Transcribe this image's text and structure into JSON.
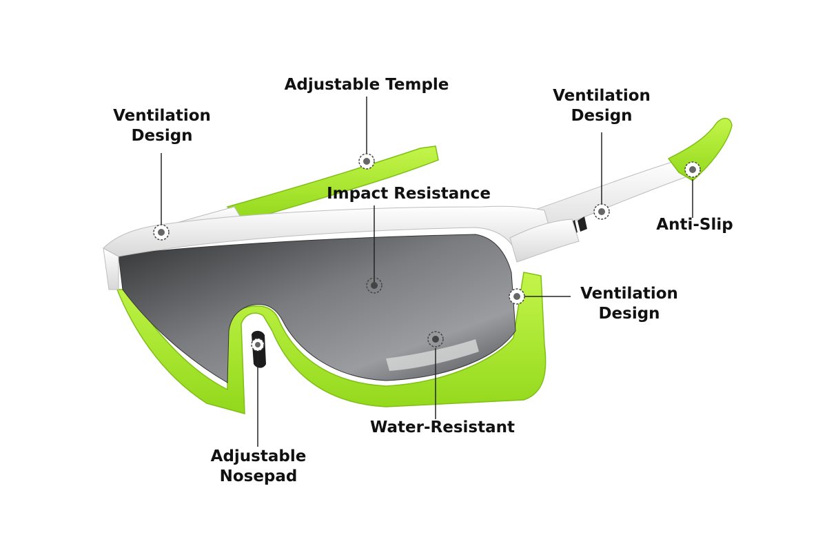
{
  "colors": {
    "accent": "#b2f02e",
    "frame": "#f1f1f1",
    "lens": "#5e6063",
    "text": "#111111"
  },
  "callouts": {
    "ventilation_left": {
      "lines": [
        "Ventilation",
        "Design"
      ],
      "icon": "target-icon"
    },
    "adjustable_temple": {
      "lines": [
        "Adjustable Temple"
      ],
      "icon": "target-icon"
    },
    "ventilation_right": {
      "lines": [
        "Ventilation",
        "Design"
      ],
      "icon": "target-icon"
    },
    "impact_resistance": {
      "lines": [
        "Impact Resistance"
      ],
      "icon": "target-icon"
    },
    "anti_slip": {
      "lines": [
        "Anti-Slip"
      ],
      "icon": "target-icon"
    },
    "ventilation_side": {
      "lines": [
        "Ventilation",
        "Design"
      ],
      "icon": "target-icon"
    },
    "water_resistant": {
      "lines": [
        "Water-Resistant"
      ],
      "icon": "target-icon"
    },
    "adjustable_nosepad": {
      "lines": [
        "Adjustable",
        "Nosepad"
      ],
      "icon": "target-icon"
    }
  }
}
